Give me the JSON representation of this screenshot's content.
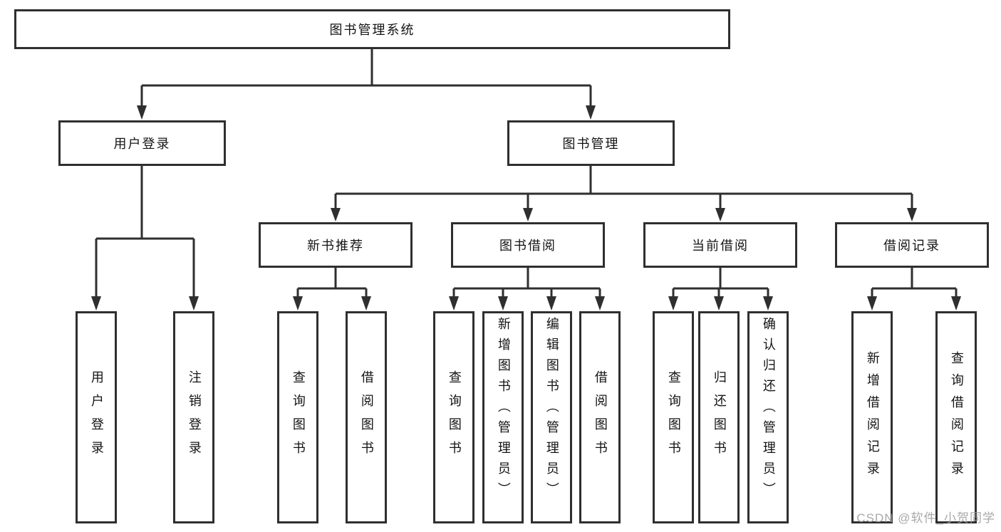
{
  "diagram": {
    "root": {
      "label": "图书管理系统"
    },
    "level2": [
      {
        "label": "用户登录"
      },
      {
        "label": "图书管理"
      }
    ],
    "level3": [
      {
        "label": "新书推荐",
        "parent": "图书管理"
      },
      {
        "label": "图书借阅",
        "parent": "图书管理"
      },
      {
        "label": "当前借阅",
        "parent": "图书管理"
      },
      {
        "label": "借阅记录",
        "parent": "图书管理"
      }
    ],
    "leaves": [
      {
        "label": "用户登录",
        "parent": "用户登录"
      },
      {
        "label": "注销登录",
        "parent": "用户登录"
      },
      {
        "label": "查询图书",
        "parent": "新书推荐"
      },
      {
        "label": "借阅图书",
        "parent": "新书推荐"
      },
      {
        "label": "查询图书",
        "parent": "图书借阅"
      },
      {
        "label": "新增图书（管理员）",
        "parent": "图书借阅"
      },
      {
        "label": "编辑图书（管理员）",
        "parent": "图书借阅"
      },
      {
        "label": "借阅图书",
        "parent": "图书借阅"
      },
      {
        "label": "查询图书",
        "parent": "当前借阅"
      },
      {
        "label": "归还图书",
        "parent": "当前借阅"
      },
      {
        "label": "确认归还（管理员）",
        "parent": "当前借阅"
      },
      {
        "label": "新增借阅记录",
        "parent": "借阅记录"
      },
      {
        "label": "查询借阅记录",
        "parent": "借阅记录"
      }
    ]
  },
  "watermark": {
    "text": "CSDN @软件_小贺同学"
  },
  "colors": {
    "line": "#2f2f2f",
    "text": "#141414",
    "background": "#ffffff",
    "watermark": "#9e9e9e"
  }
}
